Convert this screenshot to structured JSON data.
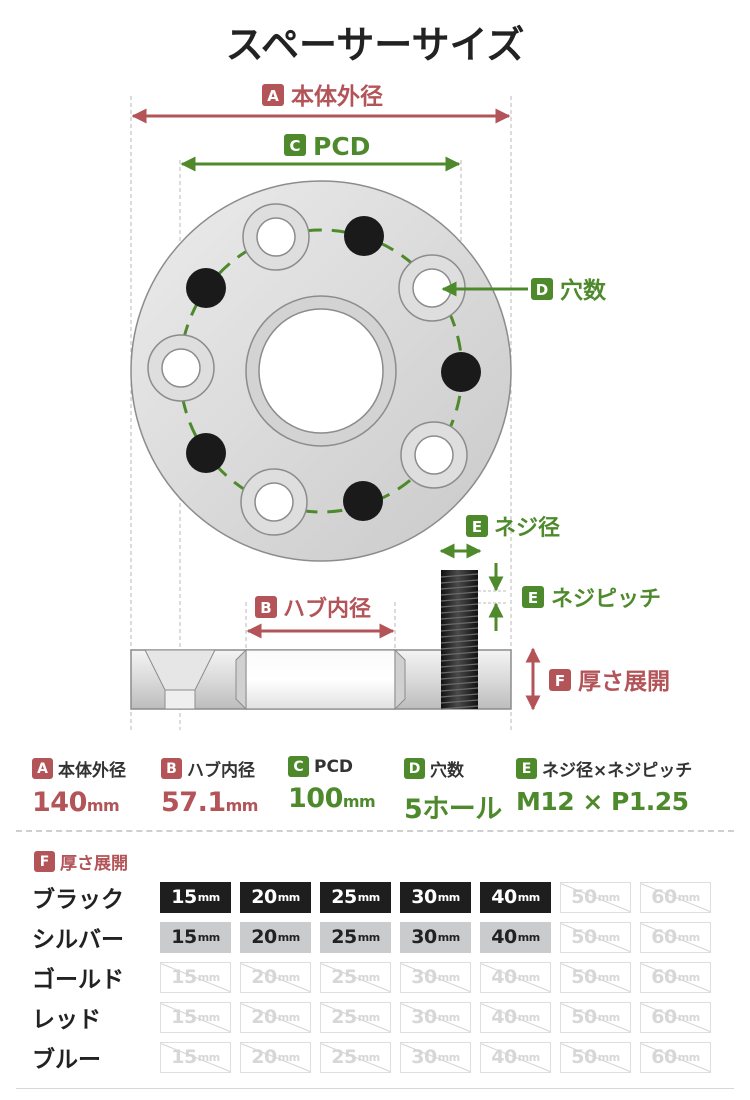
{
  "title": "スペーサーサイズ",
  "diagram": {
    "a_badge": "A",
    "a_label": "本体外径",
    "b_badge": "B",
    "b_label": "ハブ内径",
    "c_badge": "C",
    "c_label": "PCD",
    "d_badge": "D",
    "d_label": "穴数",
    "e_badge": "E",
    "e_thread_label": "ネジ径",
    "e_pitch_label": "ネジピッチ",
    "f_badge": "F",
    "f_label": "厚さ展開"
  },
  "specs": [
    {
      "badge": "A",
      "label": "本体外径",
      "value": "140",
      "unit": "mm"
    },
    {
      "badge": "B",
      "label": "ハブ内径",
      "value": "57.1",
      "unit": "mm"
    },
    {
      "badge": "C",
      "label": "PCD",
      "value": "100",
      "unit": "mm"
    },
    {
      "badge": "D",
      "label": "穴数",
      "value": "5ホール",
      "unit": ""
    },
    {
      "badge": "E",
      "label": "ネジ径×ネジピッチ",
      "value": "M12 × P1.25",
      "unit": ""
    }
  ],
  "thickness": {
    "badge": "F",
    "label": "厚さ展開",
    "unit": "mm",
    "sizes": [
      "15",
      "20",
      "25",
      "30",
      "40",
      "50",
      "60"
    ],
    "colors": [
      {
        "name": "ブラック",
        "swatch": "#1e1e1e",
        "available": [
          "15",
          "20",
          "25",
          "30",
          "40"
        ]
      },
      {
        "name": "シルバー",
        "swatch": "#c9cbcd",
        "available": [
          "15",
          "20",
          "25",
          "30",
          "40"
        ]
      },
      {
        "name": "ゴールド",
        "swatch": "",
        "available": []
      },
      {
        "name": "レッド",
        "swatch": "",
        "available": []
      },
      {
        "name": "ブルー",
        "swatch": "",
        "available": []
      }
    ]
  },
  "colors": {
    "red": "#b35459",
    "green": "#4e8a2c"
  }
}
